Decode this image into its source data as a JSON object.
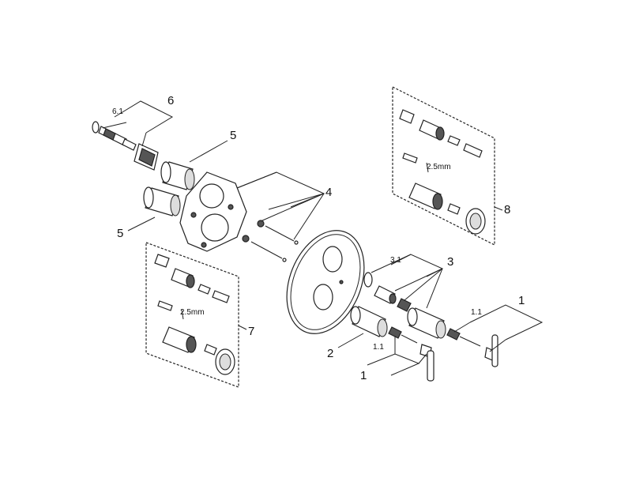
{
  "labels": {
    "item_1": "1",
    "item_1_1": "1.1",
    "item_2": "2",
    "item_3": "3",
    "item_3_1": "3.1",
    "item_4": "4",
    "item_5": "5",
    "item_6": "6",
    "item_6_1": "6.1",
    "item_7": "7",
    "item_8": "8",
    "hex_key": "2.5mm"
  }
}
